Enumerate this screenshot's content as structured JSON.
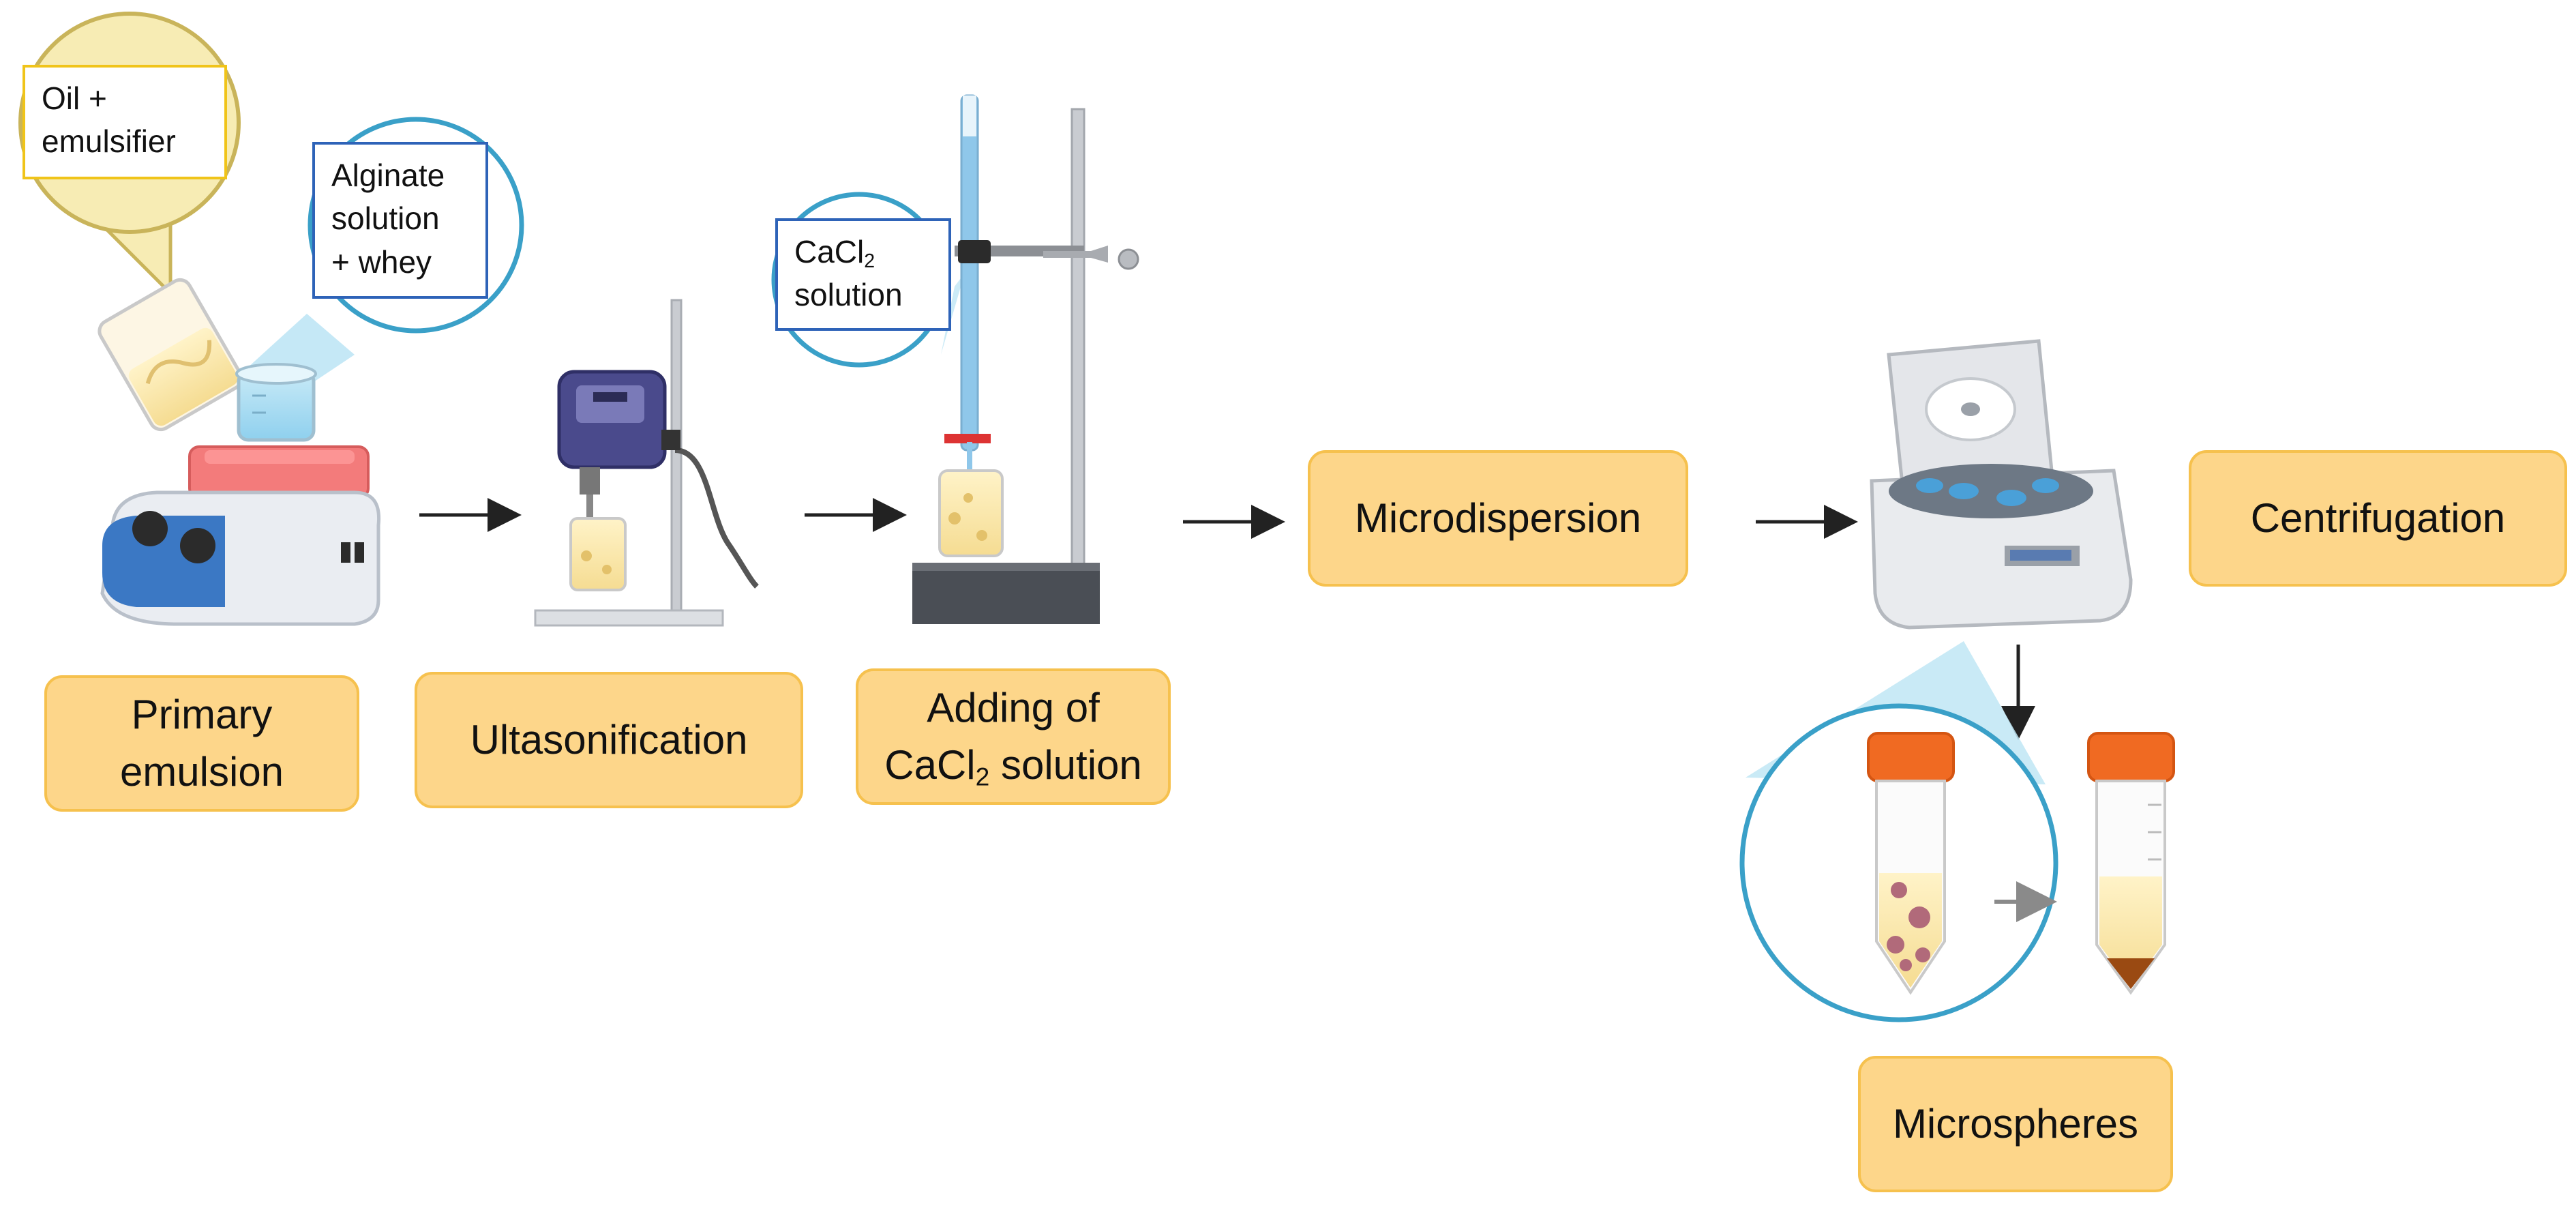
{
  "steps": {
    "primary_emulsion": [
      "Primary",
      "emulsion"
    ],
    "ultrasonification": "Ultasonification",
    "adding_cacl2": {
      "line1": "Adding of",
      "prefix": "CaCl",
      "sub": "2",
      "suffix": " solution"
    },
    "microdispersion": "Microdispersion",
    "centrifugation": "Centrifugation",
    "microspheres": "Microspheres"
  },
  "notes": {
    "oil": [
      "Oil +",
      "emulsifier"
    ],
    "alginate": [
      "Alginate",
      "solution",
      "+ whey"
    ],
    "cacl2": {
      "prefix": "CaCl",
      "sub": "2",
      "line2": "solution"
    }
  },
  "colors": {
    "step_fill": "#fdd68a",
    "step_border": "#f6c14e",
    "note_blue": "#2e63b8",
    "note_yellow": "#f0c419",
    "bubble_blue": "#3aa0c8",
    "bubble_yellow": "#f7ecb4",
    "arrow": "#222222"
  },
  "icons": [
    "oil-bubble",
    "beaker-pouring-icon",
    "hotplate-stirrer-icon",
    "ultrasonic-homogenizer-icon",
    "burette-stand-icon",
    "centrifuge-icon",
    "centrifuge-tube-icon"
  ]
}
